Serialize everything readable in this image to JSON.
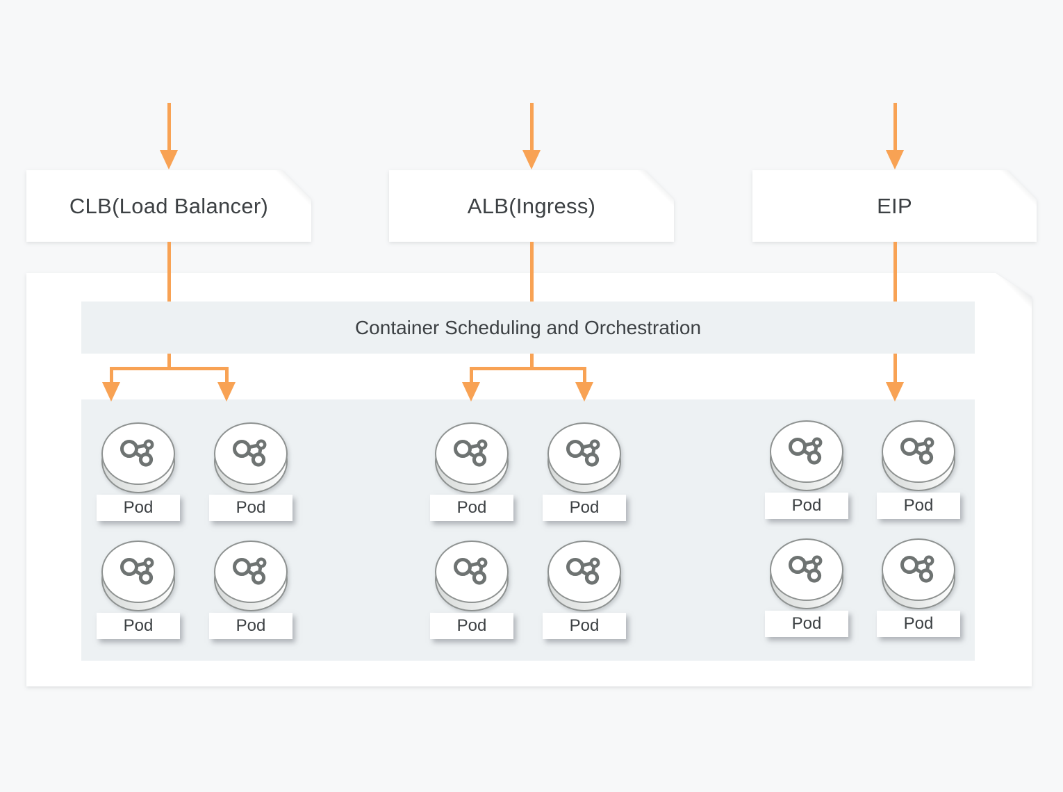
{
  "diagram": {
    "entry_nodes": [
      {
        "label": "CLB(Load Balancer)"
      },
      {
        "label": "ALB(Ingress)"
      },
      {
        "label": "EIP"
      }
    ],
    "cluster": {
      "banner": "Container Scheduling and Orchestration",
      "groups": [
        {
          "pods": [
            "Pod",
            "Pod",
            "Pod",
            "Pod"
          ]
        },
        {
          "pods": [
            "Pod",
            "Pod",
            "Pod",
            "Pod"
          ]
        },
        {
          "pods": [
            "Pod",
            "Pod",
            "Pod",
            "Pod"
          ]
        }
      ]
    }
  },
  "colors": {
    "accent_orange": "#F8A254",
    "panel_gray": "#EDF1F3",
    "background": "#F7F8F9",
    "text_dark": "#3C4043"
  },
  "icons": {
    "pod": "cylinder-molecule-icon",
    "connector": "down-arrow-icon"
  }
}
